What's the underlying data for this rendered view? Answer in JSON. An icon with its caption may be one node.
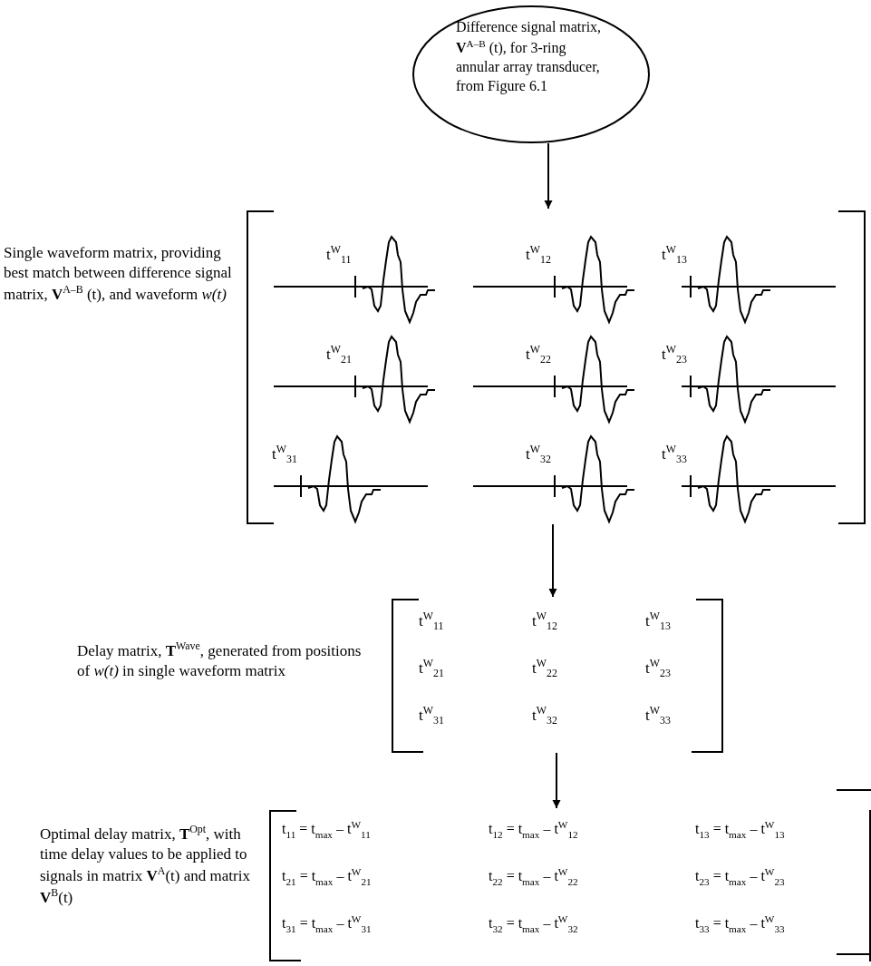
{
  "diagram": {
    "nodes": [
      {
        "text": [
          "Difference signal matrix, **V**$^{A–B}$ (t), for 3-ring annular array transducer, from Figure 6.1"
        ]
      },
      {
        "text": [
          "t$^{W}$$_{11}$",
          "t$^{W}$$_{12}$",
          "t$^{W}$$_{13}$",
          "t$^{W}$$_{21}$",
          "t$^{W}$$_{22}$",
          "t$^{W}$$_{23}$",
          "t$^{W}$$_{31}$",
          "t$^{W}$$_{32}$",
          "t$^{W}$$_{33}$"
        ],
        "beside": [
          "Single waveform matrix, providing best match between difference signal matrix, **V**$^{A–B}$ (t), and waveform *w(t)*"
        ]
      },
      {
        "text": [
          "t$^{W}$$_{11}$",
          "t$^{W}$$_{12}$",
          "t$^{W}$$_{13}$",
          "t$^{W}$$_{21}$",
          "t$^{W}$$_{22}$",
          "t$^{W}$$_{23}$",
          "t$^{W}$$_{31}$",
          "t$^{W}$$_{32}$",
          "t$^{W}$$_{33}$"
        ],
        "beside": [
          "Delay matrix, **T**$^{Wave}$, generated from positions of *w(t)* in single waveform matrix"
        ]
      },
      {
        "text": [
          "t$_{11}$ = t$_{max}$ – t$^{W}$$_{11}$",
          "t$_{12}$ = t$_{max}$ – t$^{W}$$_{12}$",
          "t$_{13}$ = t$_{max}$ – t$^{W}$$_{13}$",
          "t$_{21}$ = t$_{max}$ – t$^{W}$$_{21}$",
          "t$_{22}$ = t$_{max}$ – t$^{W}$$_{22}$",
          "t$_{23}$ = t$_{max}$ – t$^{W}$$_{23}$",
          "t$_{31}$ = t$_{max}$ – t$^{W}$$_{31}$",
          "t$_{32}$ = t$_{max}$ – t$^{W}$$_{32}$",
          "t$_{33}$ = t$_{max}$ – t$^{W}$$_{33}$"
        ],
        "beside": [
          "Optimal delay matrix, **T**$^{Opt}$, with time delay values to be applied to signals in matrix **V**$^{A}$(t) and matrix **V**$^{B}$(t)"
        ]
      }
    ],
    "edges": [
      {
        "from": 0,
        "to": 1,
        "arrow": "to"
      },
      {
        "from": 1,
        "to": 2,
        "arrow": "to"
      },
      {
        "from": 2,
        "to": 3,
        "arrow": "to"
      }
    ]
  }
}
